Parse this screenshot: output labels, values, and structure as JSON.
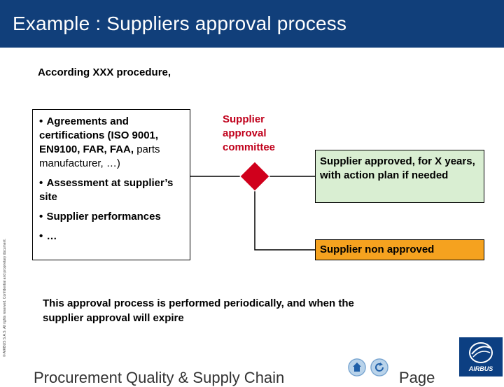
{
  "slide": {
    "title": "Example : Suppliers approval process",
    "intro": "According XXX procedure,",
    "criteria": [
      {
        "bold": "Agreements and certifications (ISO 9001, EN9100, FAR, FAA,",
        "rest": " parts manufacturer, …)"
      },
      {
        "bold": "Assessment at supplier’s site",
        "rest": ""
      },
      {
        "bold": "Supplier performances",
        "rest": ""
      },
      {
        "bold": "…",
        "rest": ""
      }
    ],
    "committee": "Supplier approval committee",
    "outcome_approved": "Supplier approved, for X years, with action plan if needed",
    "outcome_rejected": "Supplier non approved",
    "note": "This approval process is performed periodically, and when the supplier approval will expire"
  },
  "footer": {
    "left": "Procurement Quality & Supply Chain",
    "right": "Page",
    "copyright": "© AIRBUS S.A.S. All rights reserved. Confidential and proprietary document.",
    "logo_text": "AIRBUS"
  },
  "colors": {
    "title_bar": "#113f7a",
    "committee_text": "#c0001b",
    "decision_diamond": "#d0001c",
    "approved_fill": "#d9eed2",
    "rejected_fill": "#f5a21f"
  },
  "icons": [
    "decision-diamond",
    "home-icon",
    "back-icon",
    "airbus-logo"
  ]
}
